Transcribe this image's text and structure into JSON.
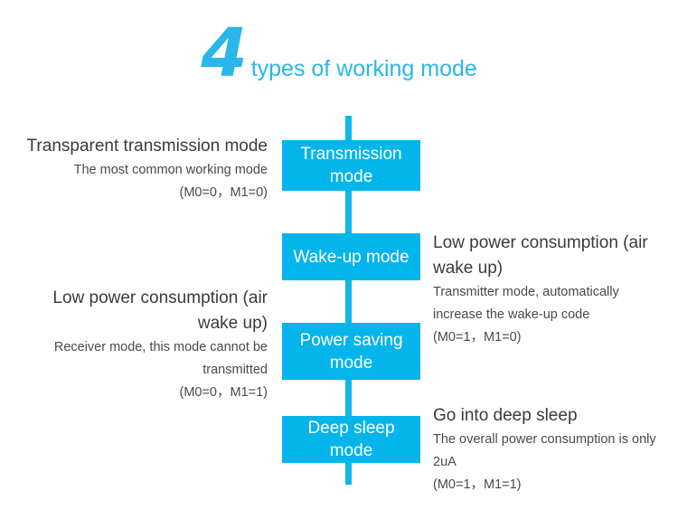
{
  "title": {
    "number": "4",
    "text": "types of working mode"
  },
  "theme": {
    "accent": "#04b5ec",
    "spine": "#0fb6e8",
    "heading_color": "#3b3b3b",
    "box_text_color": "#ffffff",
    "background": "#ffffff"
  },
  "modes": [
    {
      "box_label": "Transmission mode",
      "side": "left",
      "heading": "Transparent transmission mode",
      "subtitle": "The most common working mode",
      "params": "(M0=0，M1=0)"
    },
    {
      "box_label": "Wake-up mode",
      "side": "right",
      "heading": "Low power consumption (air wake up)",
      "subtitle": "Transmitter mode, automatically increase the wake-up code",
      "params": "(M0=1，M1=0)"
    },
    {
      "box_label": "Power saving mode",
      "side": "left",
      "heading": "Low power consumption (air wake up)",
      "subtitle": "Receiver mode, this mode cannot be transmitted",
      "params": "(M0=0，M1=1)"
    },
    {
      "box_label": "Deep sleep mode",
      "side": "right",
      "heading": "Go into deep sleep",
      "subtitle": "The overall power consumption is only 2uA",
      "params": "(M0=1，M1=1)"
    }
  ]
}
